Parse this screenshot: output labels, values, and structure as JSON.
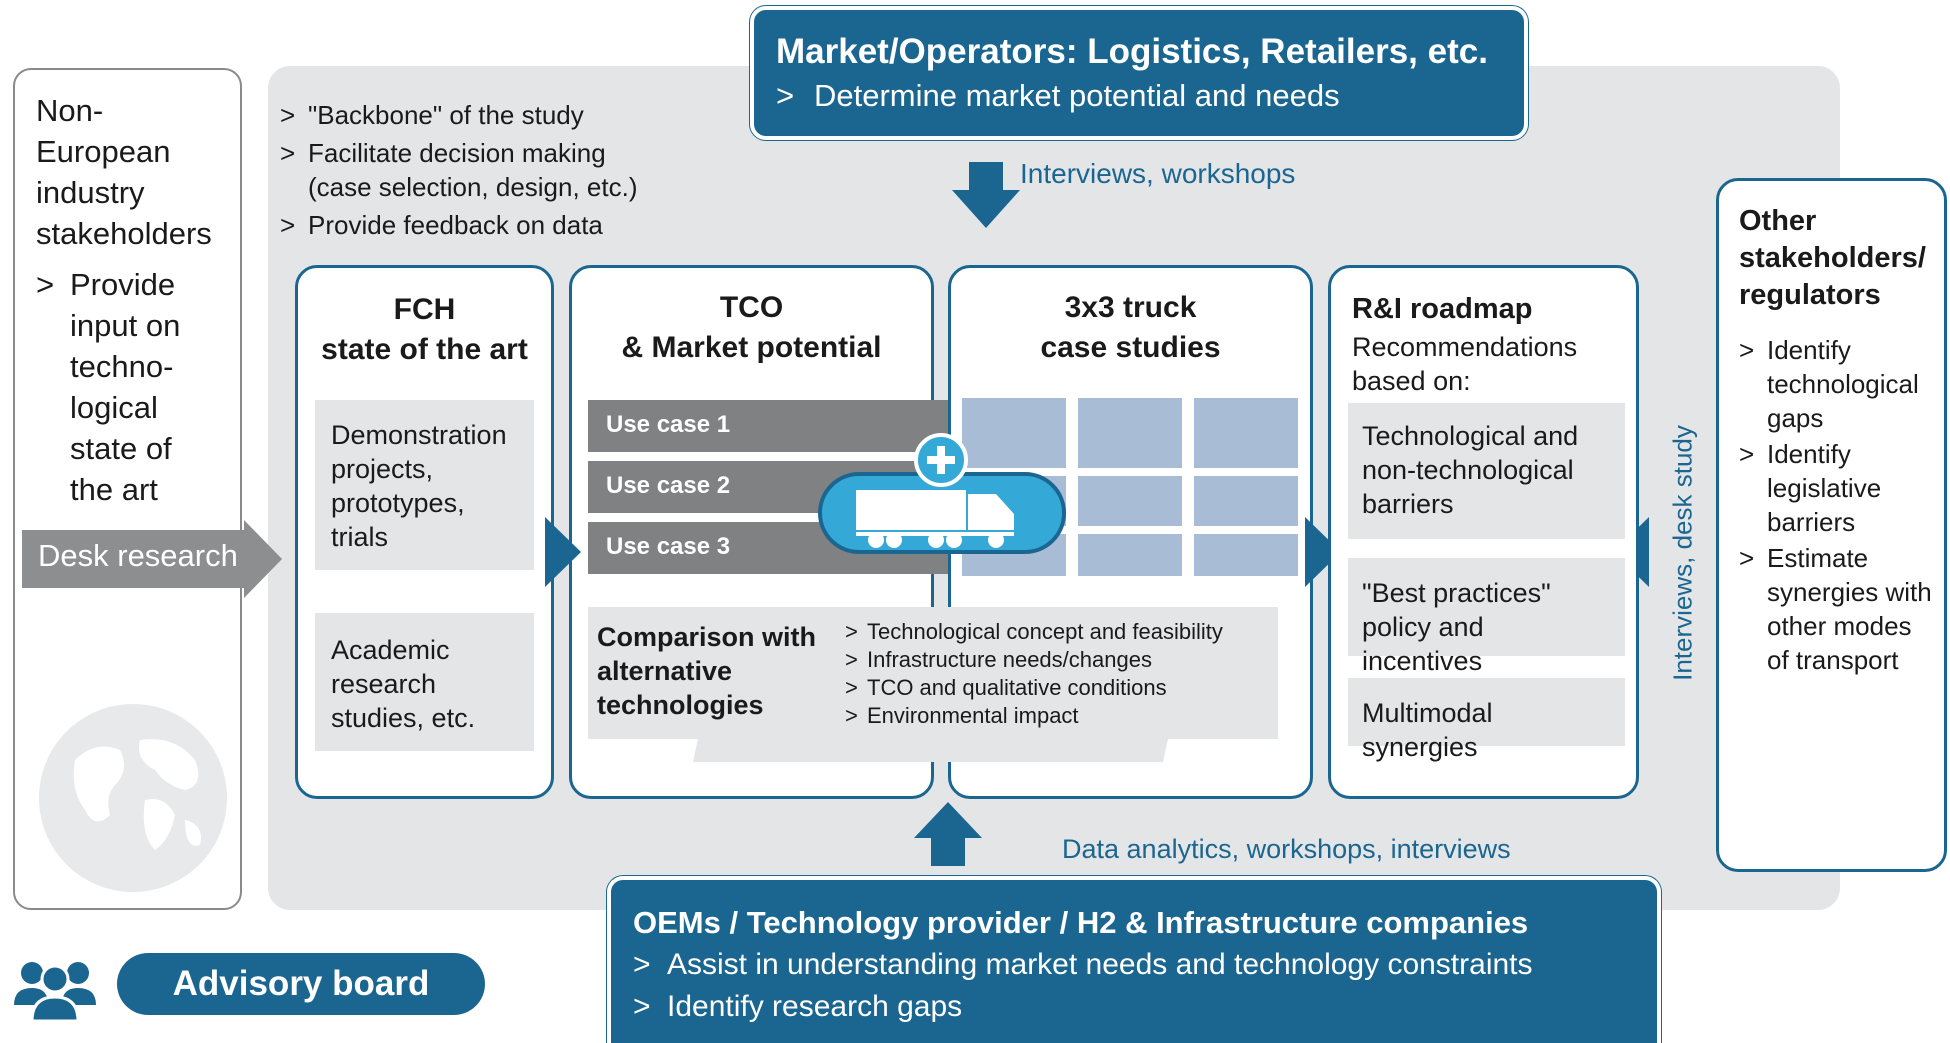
{
  "left_box": {
    "title_lines": [
      "Non-",
      "European",
      "industry",
      "stakeholders"
    ],
    "bullet_lines": [
      "Provide",
      "input on",
      "techno-",
      "logical",
      "state of",
      "the art"
    ],
    "bullet_marker": ">",
    "desk_research": "Desk research"
  },
  "backbone": {
    "items": [
      "\"Backbone\" of the study",
      "Facilitate decision making",
      "(case selection, design, etc.)",
      "Provide feedback on data"
    ]
  },
  "market_banner": {
    "title": "Market/Operators: Logistics, Retailers, etc.",
    "bullet": "Determine market potential and needs"
  },
  "interviews_top": "Interviews, workshops",
  "fch": {
    "title_1": "FCH",
    "title_2": "state of the art",
    "box1": [
      "Demonstration",
      "projects,",
      "prototypes,",
      "trials"
    ],
    "box2": [
      "Academic",
      "research",
      "studies, etc."
    ]
  },
  "tco": {
    "title_1": "TCO",
    "title_2": "& Market potential",
    "use_cases": [
      "Use case 1",
      "Use case 2",
      "Use case 3"
    ],
    "comparison": [
      "Comparison with",
      "alternative",
      "technologies"
    ],
    "criteria": [
      "Technological concept and feasibility",
      "Infrastructure needs/changes",
      "TCO and qualitative conditions",
      "Environmental impact"
    ]
  },
  "truck": {
    "title_1": "3x3 truck",
    "title_2": "case studies"
  },
  "roadmap": {
    "title": "R&I roadmap",
    "subtitle_1": "Recommendations",
    "subtitle_2": "based on:",
    "box1": [
      "Technological and",
      "non-technological",
      "barriers"
    ],
    "box2": [
      "\"Best practices\"",
      "policy and incentives"
    ],
    "box3": "Multimodal synergies"
  },
  "side_label": "Interviews, desk study",
  "other": {
    "title_lines": [
      "Other",
      "stakeholders/",
      "regulators"
    ],
    "bullets": [
      [
        "Identify",
        "technological",
        "gaps"
      ],
      [
        "Identify",
        "legislative",
        "barriers"
      ],
      [
        "Estimate",
        "synergies with",
        "other modes",
        "of transport"
      ]
    ]
  },
  "data_analytics": "Data analytics, workshops, interviews",
  "oem_banner": {
    "title": "OEMs / Technology provider / H2 & Infrastructure companies",
    "bullets": [
      "Assist in understanding market needs and technology constraints",
      "Identify research gaps"
    ]
  },
  "advisory": "Advisory board",
  "colors": {
    "navy": "#1b6690",
    "panel_gray": "#e4e5e7",
    "usecase_gray": "#7f8183",
    "grid_blue": "#a8bcd6",
    "truck_cyan": "#34a9d8"
  },
  "icons": [
    "globe-icon",
    "people-icon",
    "truck-icon",
    "plus-icon"
  ]
}
